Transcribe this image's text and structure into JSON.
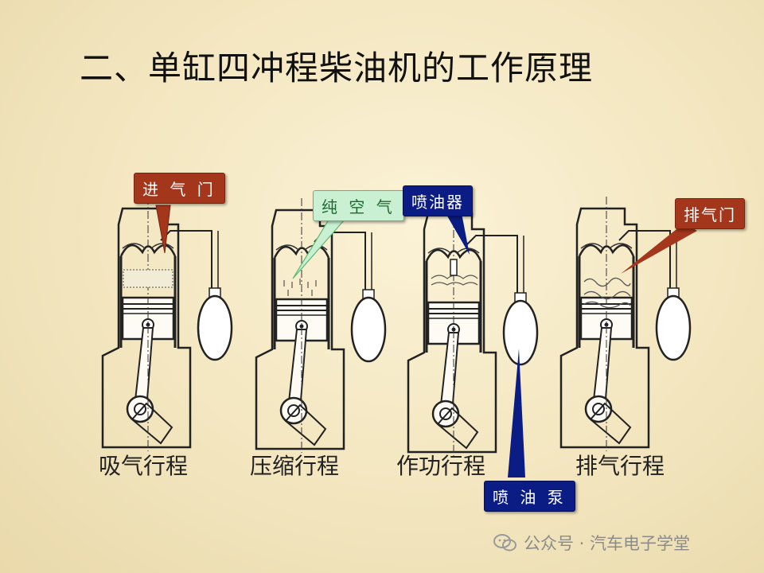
{
  "title": "二、单缸四冲程柴油机的工作原理",
  "stages": [
    {
      "label": "吸气行程"
    },
    {
      "label": "压缩行程"
    },
    {
      "label": "作功行程"
    },
    {
      "label": "排气行程"
    }
  ],
  "callouts": {
    "intake_valve": "进 气 门",
    "fresh_air": "纯 空 气",
    "injector": "喷油器",
    "exhaust_valve": "排气门",
    "injection_pump": "喷 油 泵"
  },
  "watermark": "公众号 · 汽车电子学堂",
  "colors": {
    "background": "#f3e6bf",
    "red_callout": "#a4361b",
    "blue_callout": "#0b1c85",
    "green_callout": "#c9f0d2"
  }
}
